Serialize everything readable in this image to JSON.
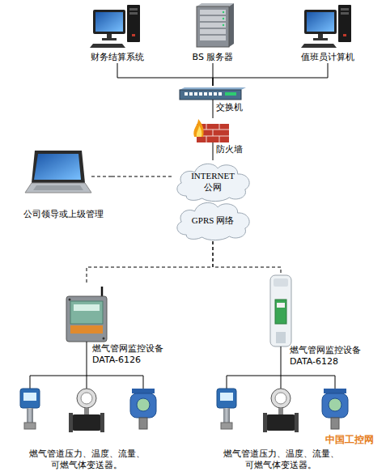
{
  "diagram": {
    "nodes": [
      {
        "text": [
          "财务结算系统"
        ]
      },
      {
        "text": [
          "BS 服务器"
        ]
      },
      {
        "text": [
          "值班员计算机"
        ]
      },
      {
        "text": [
          "交换机"
        ]
      },
      {
        "text": [
          "防火墙"
        ]
      },
      {
        "text": [
          "INTERNET 公网"
        ]
      },
      {
        "text": [
          "公司领导或上级管理"
        ]
      },
      {
        "text": [
          "GPRS 网络"
        ]
      },
      {
        "text": [
          "燃气管网监控设备 DATA-6126"
        ]
      },
      {
        "text": [
          "燃气管网监控设备 DATA-6128"
        ]
      },
      {
        "text": [
          "燃气管道压力、温度、流量、 可燃气体变送器。"
        ]
      },
      {
        "text": [
          "燃气管道压力、温度、流量、 可燃气体变送器。"
        ]
      }
    ],
    "edges": [
      {
        "from": 0,
        "to": 3,
        "arrow": "none"
      },
      {
        "from": 1,
        "to": 3,
        "arrow": "none"
      },
      {
        "from": 2,
        "to": 3,
        "arrow": "none"
      },
      {
        "from": 3,
        "to": 4,
        "arrow": "none"
      },
      {
        "from": 4,
        "to": 5,
        "arrow": "none"
      },
      {
        "from": 6,
        "to": 5,
        "arrow": "none"
      },
      {
        "from": 7,
        "to": 8,
        "arrow": "none"
      },
      {
        "from": 7,
        "to": 9,
        "arrow": "none"
      },
      {
        "from": 8,
        "to": 10,
        "arrow": "none"
      },
      {
        "from": 9,
        "to": 11,
        "arrow": "none"
      }
    ],
    "labels": [
      "中国工控网"
    ]
  }
}
